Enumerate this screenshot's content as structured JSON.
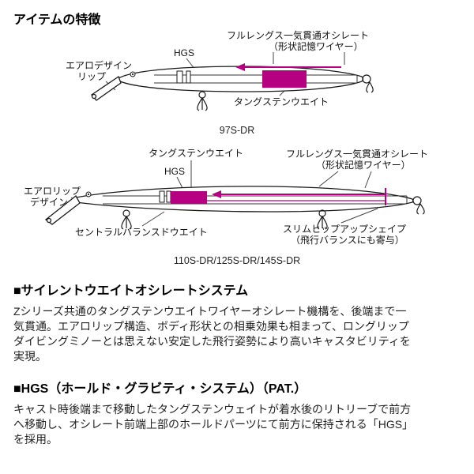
{
  "title": "アイテムの特徴",
  "colors": {
    "accent": "#b60082",
    "line": "#1a1a1a"
  },
  "diagram1": {
    "caption": "97S-DR",
    "labels": {
      "full_length_1": "フルレングス一気貫通オシレート",
      "full_length_2": "（形状記憶ワイヤー）",
      "hgs": "HGS",
      "aero_1": "エアロデザイン",
      "aero_2": "リップ",
      "tungsten": "タングステンウエイト"
    }
  },
  "diagram2": {
    "caption": "110S-DR/125S-DR/145S-DR",
    "labels": {
      "tungsten": "タングステンウエイト",
      "full_length_1": "フルレングス一気貫通オシレート",
      "full_length_2": "（形状記憶ワイヤー）",
      "hgs": "HGS",
      "aero_1": "エアロリップ",
      "aero_2": "デザイン",
      "central": "セントラルバランスドウエイト",
      "slim_1": "スリムヒップアップシェイプ",
      "slim_2": "（飛行バランスにも寄与）"
    }
  },
  "sections": [
    {
      "heading": "■サイレントウエイトオシレートシステム",
      "body": "Zシリーズ共通のタングステンウエイトワイヤーオシレート機構を、後端まで一気貫通。エアロリップ構造、ボディ形状との相乗効果も相まって、ロングリップダイビングミノーとは思えない安定した飛行姿勢により高いキャスタビリティを実現。"
    },
    {
      "heading": "■HGS（ホールド・グラビティ・システム）（PAT.）",
      "body": "キャスト時後端まで移動したタングステンウェイトが着水後のリトリーブで前方へ移動し、オシレート前端上部のホールドパーツにて前方に保持される「HGS」を採用。"
    }
  ]
}
